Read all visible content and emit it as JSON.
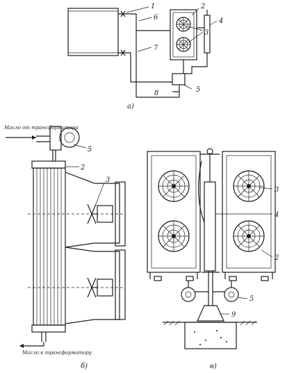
{
  "diagram_a": {
    "labels": {
      "n1": "1",
      "n2": "2",
      "n3": "3",
      "n4": "4",
      "n5": "5",
      "n6": "6",
      "n7": "7",
      "n8": "8"
    },
    "caption": "а)"
  },
  "diagram_b": {
    "labels": {
      "n2": "2",
      "n3": "3",
      "n5": "5"
    },
    "oil_from_text": "Масло от трансформатора",
    "oil_to_text": "Масло к трансформатору",
    "caption": "б)"
  },
  "diagram_c": {
    "labels": {
      "n2": "2",
      "n3": "3",
      "n4": "4",
      "n5": "5",
      "n9": "9"
    },
    "caption": "в)"
  }
}
